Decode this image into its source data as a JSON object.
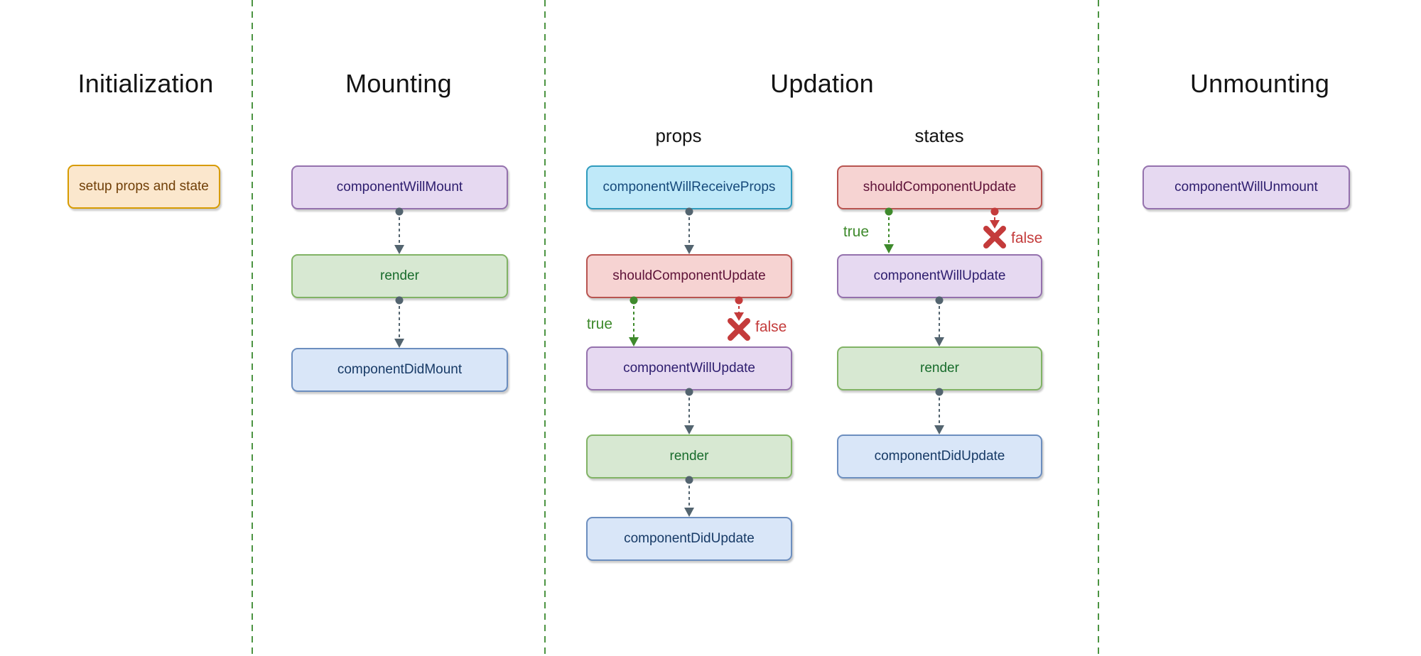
{
  "sections": {
    "initialization": {
      "title": "Initialization",
      "boxes": [
        {
          "label": "setup props and state",
          "style": "orange"
        }
      ]
    },
    "mounting": {
      "title": "Mounting",
      "boxes": [
        {
          "label": "componentWillMount",
          "style": "purple"
        },
        {
          "label": "render",
          "style": "green"
        },
        {
          "label": "componentDidMount",
          "style": "blue"
        }
      ]
    },
    "updation": {
      "title": "Updation",
      "columns": {
        "props": {
          "title": "props",
          "boxes": [
            {
              "label": "componentWillReceiveProps",
              "style": "cyan"
            },
            {
              "label": "shouldComponentUpdate",
              "style": "red"
            },
            {
              "label": "componentWillUpdate",
              "style": "purple"
            },
            {
              "label": "render",
              "style": "green"
            },
            {
              "label": "componentDidUpdate",
              "style": "blue"
            }
          ],
          "branches": {
            "true_label": "true",
            "false_label": "false"
          }
        },
        "states": {
          "title": "states",
          "boxes": [
            {
              "label": "shouldComponentUpdate",
              "style": "red"
            },
            {
              "label": "componentWillUpdate",
              "style": "purple"
            },
            {
              "label": "render",
              "style": "green"
            },
            {
              "label": "componentDidUpdate",
              "style": "blue"
            }
          ],
          "branches": {
            "true_label": "true",
            "false_label": "false"
          }
        }
      }
    },
    "unmounting": {
      "title": "Unmounting",
      "boxes": [
        {
          "label": "componentWillUnmount",
          "style": "purple"
        }
      ]
    }
  },
  "colors": {
    "separator_green": "#4c9442",
    "arrow_slate": "#53646f",
    "branch_true_green": "#3e8a2c",
    "branch_false_red": "#c43b3b",
    "box_styles": {
      "orange": {
        "fill": "#fbe7cd",
        "border": "#d79b00",
        "text": "#714008"
      },
      "purple": {
        "fill": "#e6d9f1",
        "border": "#9471ad",
        "text": "#2d1d6e"
      },
      "green": {
        "fill": "#d7e8d2",
        "border": "#81b365",
        "text": "#186c2c"
      },
      "blue": {
        "fill": "#d9e6f8",
        "border": "#6c8ebf",
        "text": "#173a66"
      },
      "cyan": {
        "fill": "#bfe9f9",
        "border": "#2e9bbd",
        "text": "#164a7b"
      },
      "red": {
        "fill": "#f6d3d2",
        "border": "#b85450",
        "text": "#5e1238"
      }
    }
  }
}
